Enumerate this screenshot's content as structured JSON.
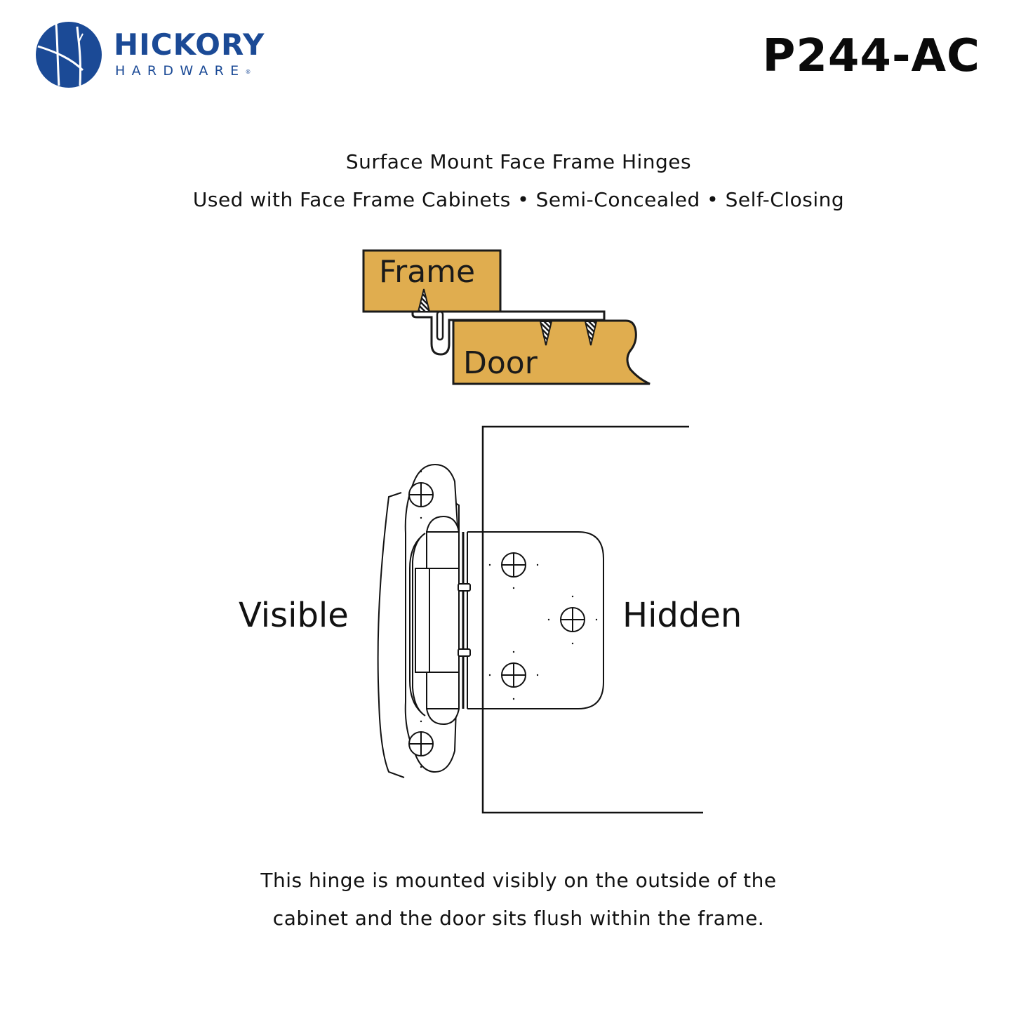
{
  "brand": {
    "name": "HICKORY",
    "sub": "HARDWARE",
    "registered": "®",
    "color": "#1b4a96"
  },
  "model_number": "P244-AC",
  "header": {
    "title": "Surface Mount Face Frame Hinges",
    "features": "Used with Face Frame Cabinets • Semi-Concealed • Self-Closing"
  },
  "cross_section": {
    "frame_label": "Frame",
    "door_label": "Door",
    "wood_color": "#e0ad4f",
    "outline_color": "#1a1a1a"
  },
  "hinge_diagram": {
    "left_label": "Visible",
    "right_label": "Hidden"
  },
  "description": {
    "line1": "This hinge is mounted visibly on the outside of the",
    "line2": "cabinet and the door sits flush within the frame."
  }
}
